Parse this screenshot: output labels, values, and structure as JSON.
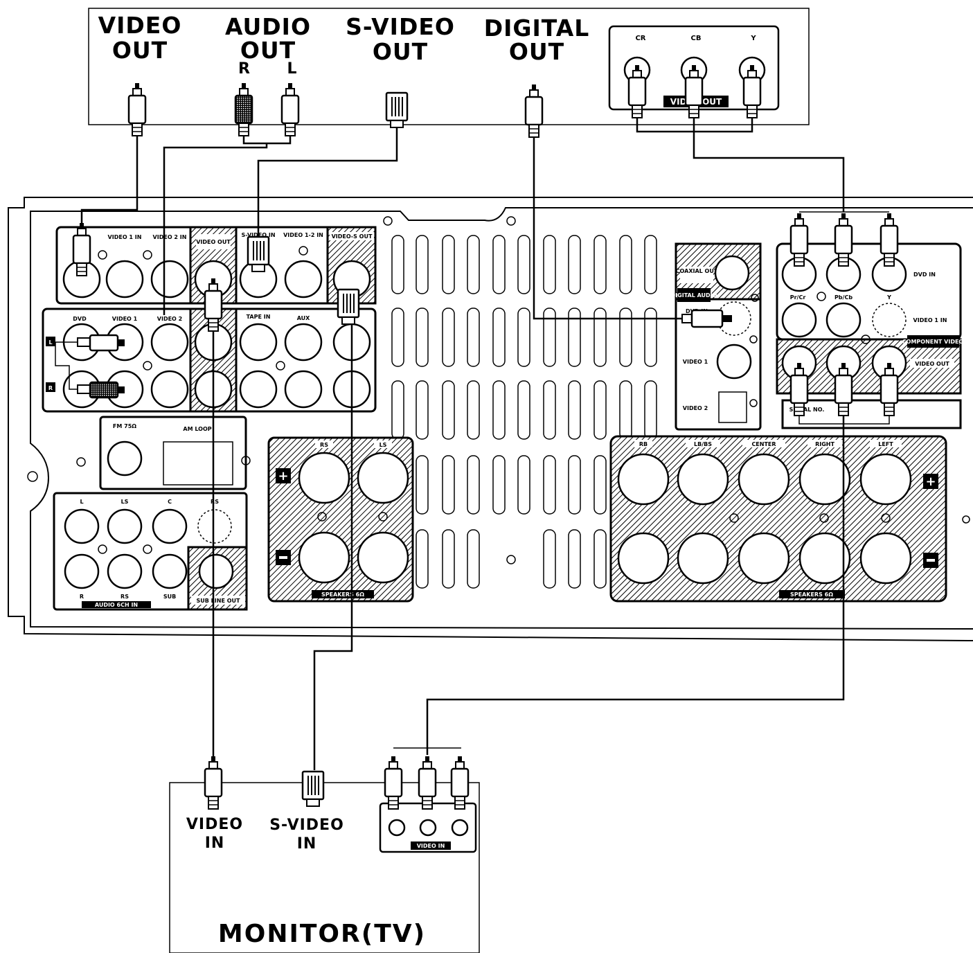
{
  "dvd_player": {
    "video_out": [
      "VIDEO",
      "OUT"
    ],
    "audio_out": [
      "AUDIO",
      "OUT"
    ],
    "audio_r": "R",
    "audio_l": "L",
    "svideo_out": [
      "S-VIDEO",
      "OUT"
    ],
    "digital_out": [
      "DIGITAL",
      "OUT"
    ],
    "comp_cr": "CR",
    "comp_cb": "CB",
    "comp_y": "Y",
    "comp_label": "VIDEO OUT"
  },
  "receiver": {
    "video1_in": "VIDEO 1 IN",
    "video2_in": "VIDEO 2 IN",
    "video_out": "VIDEO OUT",
    "svideo_in": "S-VIDEO IN",
    "video12_in": "VIDEO 1-2 IN",
    "video_s_out": "VIDEO-S OUT",
    "dvd": "DVD",
    "video_1": "VIDEO 1",
    "video_2": "VIDEO 2",
    "tape_in": "TAPE IN",
    "aux": "AUX",
    "ch_l": "L",
    "ch_r": "R",
    "fm": "FM 75Ω",
    "am": "AM LOOP",
    "multi_l": "L",
    "multi_ls": "LS",
    "multi_c": "C",
    "multi_rs": "RS",
    "multi_r": "R",
    "multi_rs2": "RS",
    "multi_sub": "SUB",
    "audio_6ch_in": "AUDIO 6CH IN",
    "sub_line_out": "SUB LINE OUT",
    "sp_rs": "RS",
    "sp_ls": "LS",
    "speakers_left": "SPEAKERS 6Ω",
    "coaxial_out": "COAXIAL OUT",
    "digital_audio": "DIGITAL AUDIO",
    "dvd_in_digital": "DVD IN",
    "d_video1": "VIDEO 1",
    "d_video2": "VIDEO 2",
    "pr_cr": "Pr/Cr",
    "pb_cb": "Pb/Cb",
    "comp_y": "Y",
    "comp_dvd_in": "DVD IN",
    "comp_video1_in": "VIDEO 1 IN",
    "component_video": "COMPONENT VIDEO",
    "comp_video_out": "VIDEO OUT",
    "serial_no": "SERIAL NO.",
    "sp_rb": "RB",
    "sp_lbbs": "LB/BS",
    "sp_center": "CENTER",
    "sp_right": "RIGHT",
    "sp_left": "LEFT",
    "speakers_right": "SPEAKERS 6Ω"
  },
  "monitor": {
    "title": "MONITOR(TV)",
    "video_in": [
      "VIDEO",
      "IN"
    ],
    "svideo_in": [
      "S-VIDEO",
      "IN"
    ],
    "comp_label": "VIDEO IN"
  }
}
